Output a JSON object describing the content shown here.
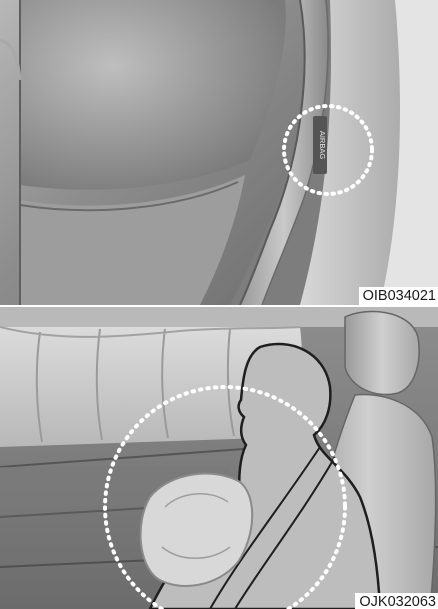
{
  "figures": [
    {
      "image_code": "OIB034021",
      "seat_tag_text": "AIRBAG"
    },
    {
      "image_code": "OJK032063"
    }
  ],
  "colors": {
    "seat_shade": "#8f8f8f",
    "seat_highlight": "#c8c8c8",
    "airbag_fill": "#d4d4d4",
    "occupant_fill": "#bdbdbd",
    "highlight_ring": "#ffffff"
  }
}
